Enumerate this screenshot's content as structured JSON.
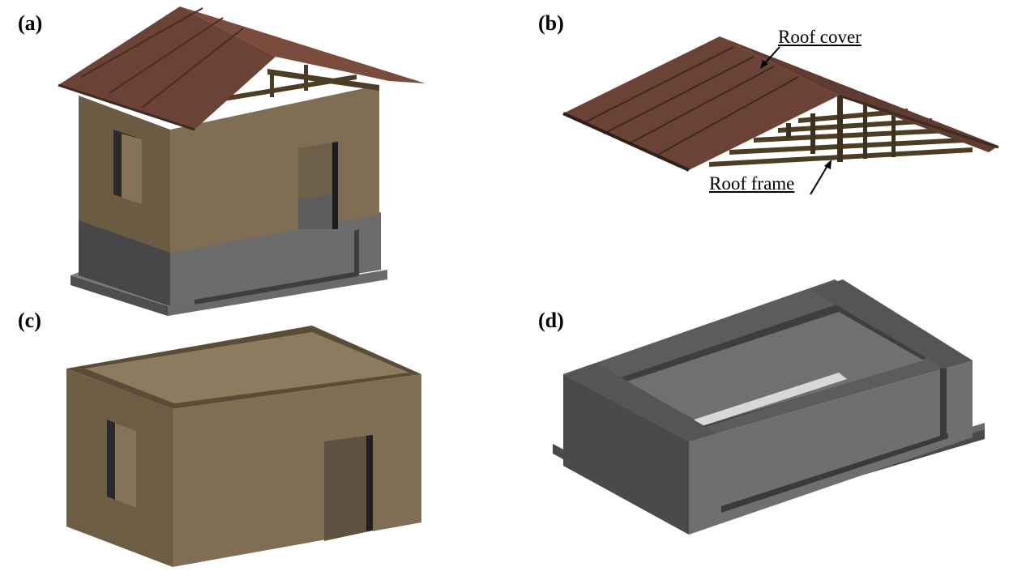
{
  "panels": {
    "a": {
      "label": "(a)"
    },
    "b": {
      "label": "(b)",
      "annotations": {
        "roof_cover": "Roof cover",
        "roof_frame": "Roof frame"
      }
    },
    "c": {
      "label": "(c)"
    },
    "d": {
      "label": "(d)"
    }
  },
  "colors": {
    "roof_cover": "#6b4236",
    "roof_frame": "#4d3d24",
    "wall_front": "#7f6e53",
    "wall_side": "#6d5d44",
    "wall_top": "#8c7b5e",
    "foundation_front": "#6a6a6a",
    "foundation_side": "#4a4a4a",
    "foundation_top": "#7a7a7a"
  }
}
